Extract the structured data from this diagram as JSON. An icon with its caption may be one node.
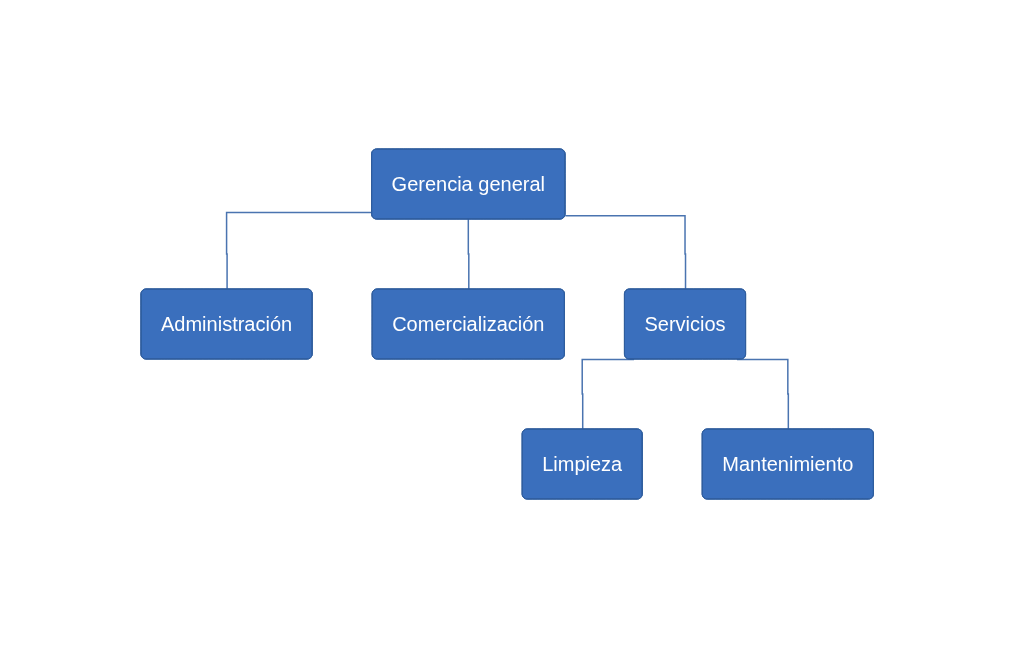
{
  "diagram": {
    "nodes": [
      {
        "text": [
          "Gerencia general"
        ]
      },
      {
        "text": [
          "Administración"
        ]
      },
      {
        "text": [
          "Comercialización"
        ]
      },
      {
        "text": [
          "Servicios"
        ]
      },
      {
        "text": [
          "Limpieza"
        ]
      },
      {
        "text": [
          "Mantenimiento"
        ]
      }
    ],
    "edges": [
      {
        "from": 0,
        "to": 1,
        "arrow": "none"
      },
      {
        "from": 0,
        "to": 2,
        "arrow": "none"
      },
      {
        "from": 0,
        "to": 3,
        "arrow": "none"
      },
      {
        "from": 3,
        "to": 4,
        "arrow": "none"
      },
      {
        "from": 3,
        "to": 5,
        "arrow": "none"
      }
    ]
  }
}
